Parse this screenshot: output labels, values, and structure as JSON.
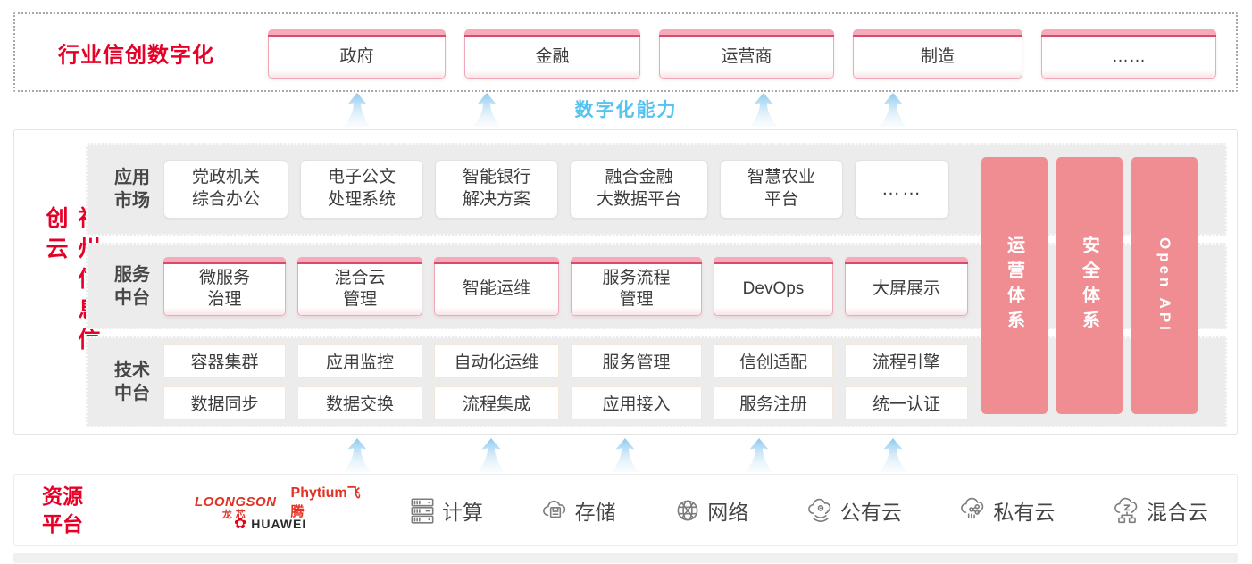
{
  "colors": {
    "accent_red": "#e60027",
    "pillar_pink": "#ef8d92",
    "cap_pink": "#f6a9b8",
    "cap_line_red": "#da4a6d",
    "capability_blue": "#54c3f1",
    "row_gray": "#ececec"
  },
  "top_band": {
    "title": "行业信创数字化",
    "industries": [
      "政府",
      "金融",
      "运营商",
      "制造",
      "……"
    ]
  },
  "capability": {
    "label": "数字化能力"
  },
  "platform": {
    "title": "神州信息信创云",
    "rows": [
      {
        "label": "应用\n市场",
        "boxes": [
          "党政机关\n综合办公",
          "电子公文\n处理系统",
          "智能银行\n解决方案",
          "融合金融\n大数据平台",
          "智慧农业\n平台",
          "……"
        ]
      },
      {
        "label": "服务\n中台",
        "boxes": [
          "微服务\n治理",
          "混合云\n管理",
          "智能运维",
          "服务流程\n管理",
          "DevOps",
          "大屏展示"
        ]
      },
      {
        "label": "技术\n中台",
        "boxes_top": [
          "容器集群",
          "应用监控",
          "自动化运维",
          "服务管理",
          "信创适配",
          "流程引擎"
        ],
        "boxes_bottom": [
          "数据同步",
          "数据交换",
          "流程集成",
          "应用接入",
          "服务注册",
          "统一认证"
        ]
      }
    ],
    "pillars": [
      "运营体系",
      "安全体系",
      "Open API"
    ]
  },
  "resources": {
    "label": "资源\n平台",
    "vendors": {
      "loongson_en": "LOONGSON",
      "loongson_cn": "龙芯",
      "phytium_en": "Phytium",
      "phytium_cn": "飞腾",
      "huawei_flower": "✿",
      "huawei": "HUAWEI"
    },
    "items": [
      {
        "icon": "compute-server-icon",
        "label": "计算"
      },
      {
        "icon": "storage-cloud-icon",
        "label": "存储"
      },
      {
        "icon": "network-globe-icon",
        "label": "网络"
      },
      {
        "icon": "public-cloud-icon",
        "label": "公有云"
      },
      {
        "icon": "private-cloud-icon",
        "label": "私有云"
      },
      {
        "icon": "hybrid-cloud-icon",
        "label": "混合云"
      }
    ]
  }
}
